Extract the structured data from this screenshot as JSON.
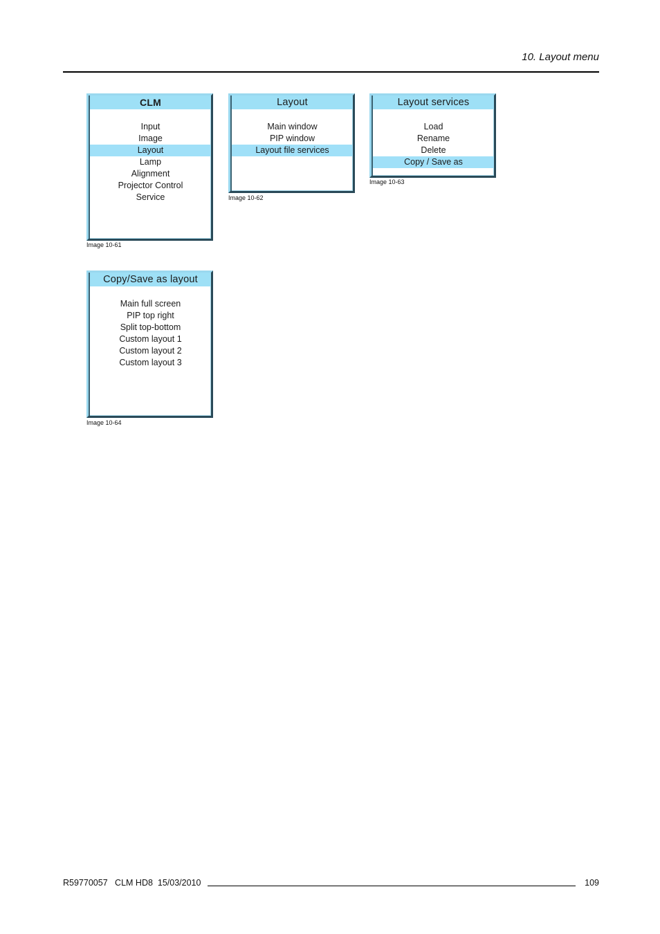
{
  "header": {
    "section_title": "10.  Layout menu"
  },
  "menus": [
    {
      "title": "CLM",
      "items": [
        "Input",
        "Image",
        "Layout",
        "Lamp",
        "Alignment",
        "Projector Control",
        "Service"
      ],
      "selected_index": 2,
      "caption": "Image 10-61"
    },
    {
      "title": "Layout",
      "items": [
        "Main window",
        "PIP window",
        "Layout file services"
      ],
      "selected_index": 2,
      "caption": "Image 10-62"
    },
    {
      "title": "Layout services",
      "items": [
        "Load",
        "Rename",
        "Delete",
        "Copy / Save as"
      ],
      "selected_index": 3,
      "caption": "Image 10-63"
    },
    {
      "title": "Copy/Save as layout",
      "items": [
        "Main full screen",
        "PIP top right",
        "Split top-bottom",
        "Custom layout 1",
        "Custom layout 2",
        "Custom layout 3"
      ],
      "selected_index": null,
      "caption": "Image 10-64"
    }
  ],
  "colors": {
    "title_bar": "#9ee0f6",
    "selected_row": "#a0e0f8",
    "frame_light": "#9ad8ef",
    "frame_dark": "#2a4a58"
  },
  "footer": {
    "doc_info": "R59770057   CLM HD8  15/03/2010",
    "page_number": "109"
  }
}
